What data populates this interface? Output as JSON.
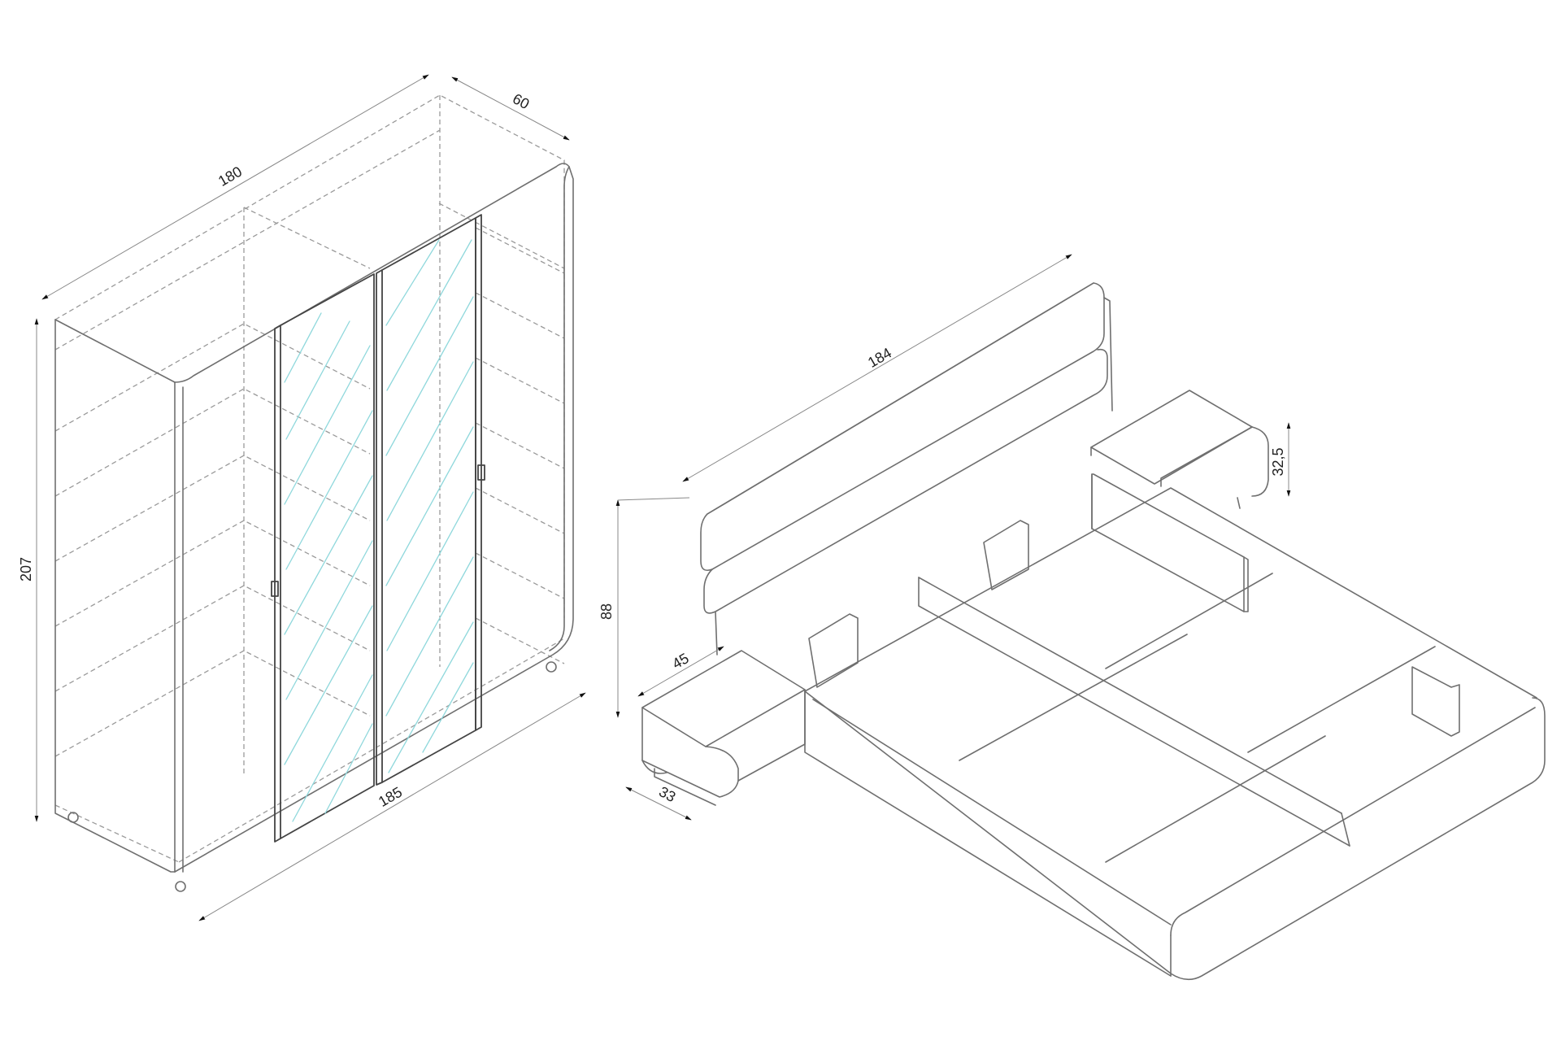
{
  "colors": {
    "line": "#6f6f6f",
    "dashed": "#9a9a9a",
    "glass": "#8fd8dc",
    "text": "#222222",
    "background": "#ffffff"
  },
  "wardrobe": {
    "dim_width_top": "180",
    "dim_depth": "60",
    "dim_height": "207",
    "dim_width_bottom": "185"
  },
  "bed": {
    "dim_headboard_width": "184",
    "dim_headboard_height": "88",
    "dim_nightstand_width": "45",
    "dim_nightstand_depth": "33",
    "dim_nightstand_height": "32,5"
  }
}
